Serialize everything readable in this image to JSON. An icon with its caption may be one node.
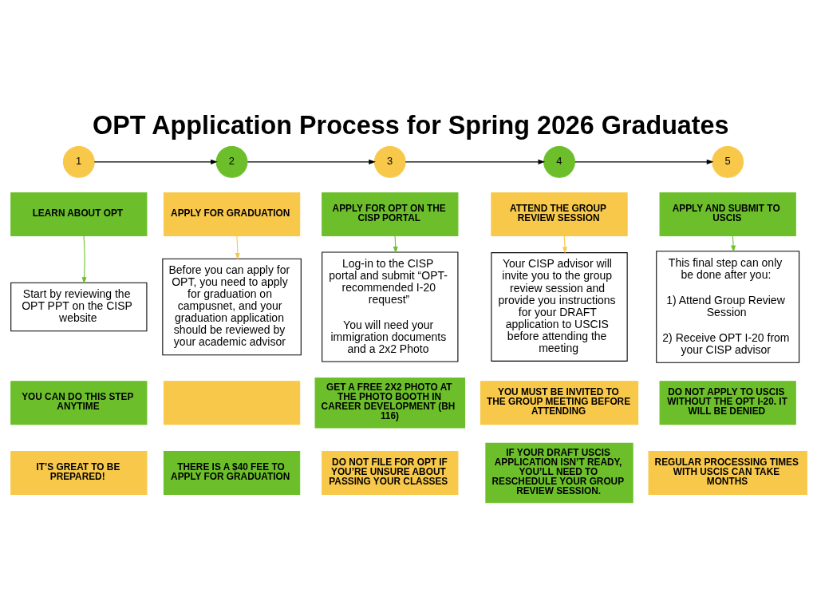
{
  "diagram": {
    "title": "OPT Application Process for Spring 2026 Graduates",
    "nodes": [
      {
        "text": [
          "1"
        ]
      },
      {
        "text": [
          "2"
        ]
      },
      {
        "text": [
          "3"
        ]
      },
      {
        "text": [
          "4"
        ]
      },
      {
        "text": [
          "5"
        ]
      },
      {
        "text": [
          "LEARN ABOUT OPT"
        ]
      },
      {
        "text": [
          "APPLY FOR GRADUATION"
        ]
      },
      {
        "text": [
          "APPLY FOR OPT ON THE CISP PORTAL"
        ]
      },
      {
        "text": [
          "ATTEND THE GROUP REVIEW SESSION"
        ]
      },
      {
        "text": [
          "APPLY AND SUBMIT TO USCIS"
        ]
      },
      {
        "text": [
          "Start by reviewing the OPT PPT on the CISP website"
        ]
      },
      {
        "text": [
          "Before you can apply for OPT, you need to apply for graduation on campusnet, and your graduation application should be reviewed by your academic advisor"
        ]
      },
      {
        "text": [
          "Log-in to the CISP portal and submit “OPT-recommended I-20 request”",
          "You will need your immigration documents and a 2x2 Photo"
        ]
      },
      {
        "text": [
          "Your CISP advisor will invite you to the group review session and provide you instructions for your DRAFT application to USCIS before attending the meeting"
        ]
      },
      {
        "text": [
          "This final step can only be done after you:",
          "1) Attend Group Review Session",
          "2) Receive OPT I-20 from your CISP advisor"
        ]
      },
      {
        "text": [
          "YOU CAN DO THIS STEP ANYTIME"
        ]
      },
      {
        "text": [
          "IT’S GREAT TO BE PREPARED!"
        ]
      },
      {
        "text": [],
        "shape": "box"
      },
      {
        "text": [
          "THERE IS A $40 FEE TO APPLY FOR GRADUATION"
        ]
      },
      {
        "text": [
          "GET A FREE 2X2 PHOTO AT THE PHOTO BOOTH IN CAREER DEVELOPMENT (BH 116)"
        ]
      },
      {
        "text": [
          "DO NOT FILE FOR OPT IF YOU’RE UNSURE ABOUT PASSING YOUR CLASSES"
        ]
      },
      {
        "text": [
          "YOU MUST BE INVITED TO THE GROUP MEETING BEFORE ATTENDING"
        ]
      },
      {
        "text": [
          "IF YOUR DRAFT USCIS APPLICATION ISN’T READY, YOU’LL NEED TO RESCHEDULE YOUR GROUP REVIEW SESSION."
        ]
      },
      {
        "text": [
          "DO NOT APPLY TO USCIS WITHOUT THE OPT I-20. IT WILL BE DENIED"
        ]
      },
      {
        "text": [
          "REGULAR PROCESSING TIMES WITH USCIS CAN TAKE MONTHS"
        ]
      }
    ],
    "edges": [
      {
        "from": 0,
        "to": 1,
        "arrow": "to"
      },
      {
        "from": 1,
        "to": 2,
        "arrow": "to"
      },
      {
        "from": 2,
        "to": 3,
        "arrow": "to"
      },
      {
        "from": 3,
        "to": 4,
        "arrow": "to"
      },
      {
        "from": 5,
        "to": 10,
        "arrow": "to",
        "color": "#6cbf2a"
      },
      {
        "from": 6,
        "to": 11,
        "arrow": "to",
        "color": "#f8c84a"
      },
      {
        "from": 7,
        "to": 12,
        "arrow": "to",
        "color": "#6cbf2a"
      },
      {
        "from": 8,
        "to": 13,
        "arrow": "to",
        "color": "#f8c84a"
      },
      {
        "from": 9,
        "to": 14,
        "arrow": "to",
        "color": "#6cbf2a"
      }
    ]
  }
}
